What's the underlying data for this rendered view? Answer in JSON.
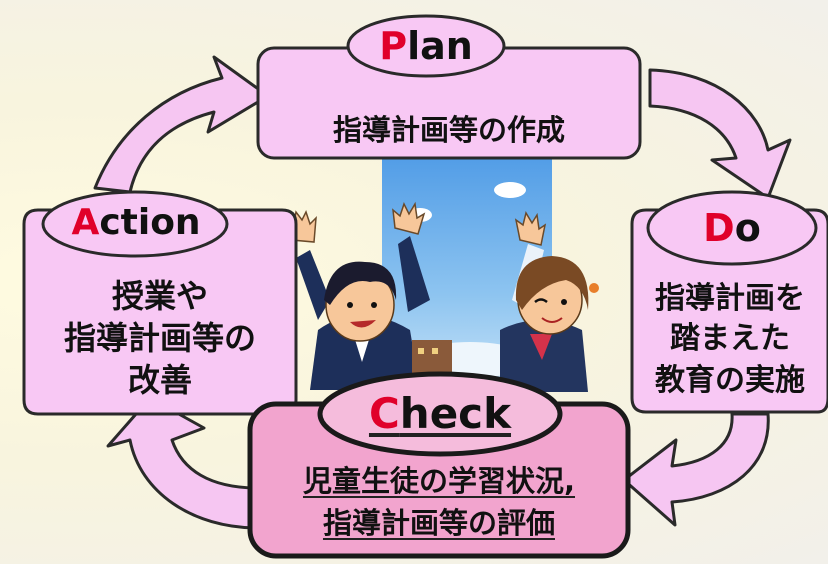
{
  "plan": {
    "head_first": "P",
    "head_rest": "lan",
    "body": [
      "指導計画等の作成"
    ]
  },
  "do": {
    "head_first": "D",
    "head_rest": "o",
    "body": [
      "指導計画を",
      "踏まえた",
      "教育の実施"
    ]
  },
  "check": {
    "head_first": "C",
    "head_rest": "heck",
    "body": [
      "児童生徒の学習状況,",
      "指導計画等の評価"
    ]
  },
  "action": {
    "head_first": "A",
    "head_rest": "ction",
    "body": [
      "授業や",
      "指導計画等の",
      "改善"
    ]
  },
  "colors": {
    "box": "#f8c8f4",
    "box_stroke": "#2a2a2a",
    "check_box": "#f2a4ce",
    "check_oval": "#f5bcdc",
    "arrow": "#f6c6f2",
    "accent": "#e0002a",
    "sky": "#79b9ee"
  },
  "illustration": {
    "subject": "students-waving-icon"
  }
}
